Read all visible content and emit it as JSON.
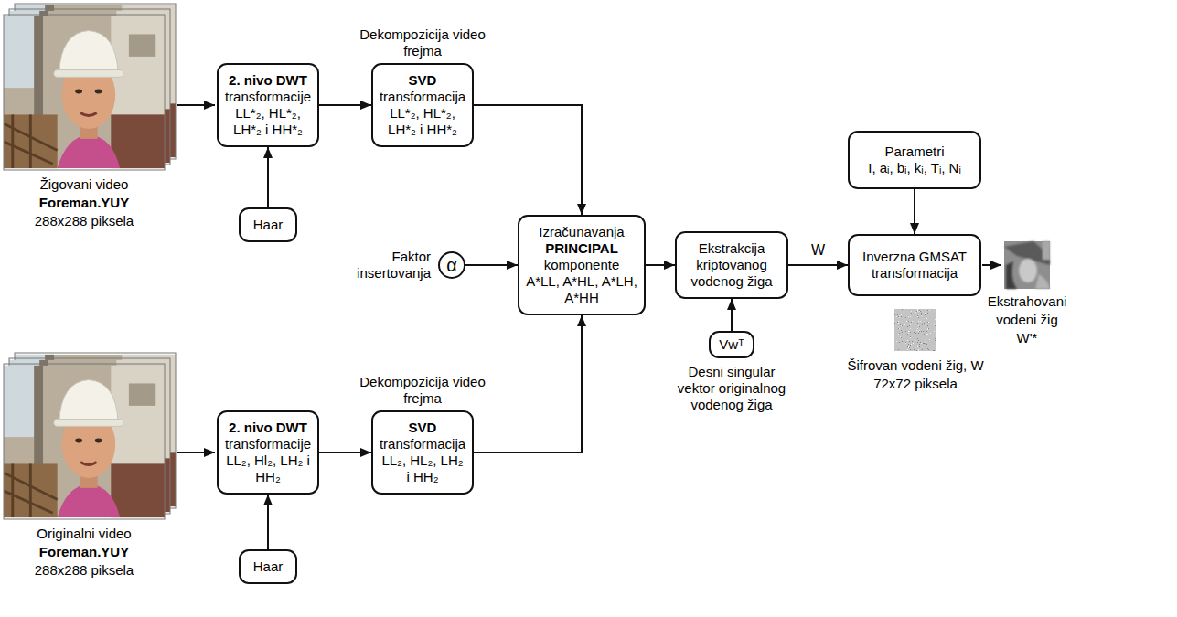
{
  "diagram": {
    "nodes": [
      {
        "text": [
          "2. nivo DWT",
          "transformacije LL*₂, HL*₂, LH*₂ i HH*₂"
        ]
      },
      {
        "text": [
          "Haar"
        ]
      },
      {
        "text": [
          "Dekompozicija video frejma",
          "SVD",
          "transformacija LL*₂, HL*₂, LH*₂ i HH*₂"
        ]
      },
      {
        "text": [
          "Faktor insertovanja",
          "α"
        ]
      },
      {
        "text": [
          "Izračunavanja",
          "PRINCIPAL",
          "komponente",
          "A*LL, A*HL, A*LH, A*HH"
        ]
      },
      {
        "text": [
          "Ekstrakcija kriptovanog vodenog žiga"
        ]
      },
      {
        "text": [
          "Vwᵀ",
          "Desni singular vektor originalnog vodenog žiga"
        ]
      },
      {
        "text": [
          "Parametri",
          "I, aᵢ, bᵢ, kᵢ, Tᵢ, Nᵢ"
        ]
      },
      {
        "text": [
          "Inverzna GMSAT transformacija"
        ]
      },
      {
        "text": [
          "2. nivo DWT",
          "transformacije LL₂, Hl₂, LH₂ i HH₂"
        ]
      },
      {
        "text": [
          "Haar"
        ]
      },
      {
        "text": [
          "Dekompozicija video frejma",
          "SVD",
          "transformacija LL₂, HL₂, LH₂ i HH₂"
        ]
      }
    ],
    "edges": [
      {
        "from": 1,
        "to": 0,
        "arrow": "to"
      },
      {
        "from": 0,
        "to": 2,
        "arrow": "to"
      },
      {
        "from": 2,
        "to": 4,
        "arrow": "to"
      },
      {
        "from": 3,
        "to": 4,
        "arrow": "to"
      },
      {
        "from": 4,
        "to": 5,
        "arrow": "to"
      },
      {
        "from": 6,
        "to": 5,
        "arrow": "to"
      },
      {
        "from": 5,
        "to": 8,
        "label": "W",
        "arrow": "to"
      },
      {
        "from": 7,
        "to": 8,
        "arrow": "to"
      },
      {
        "from": 10,
        "to": 9,
        "arrow": "to"
      },
      {
        "from": 9,
        "to": 11,
        "arrow": "to"
      },
      {
        "from": 11,
        "to": 4,
        "arrow": "to"
      }
    ],
    "labels": [
      "Žigovani video",
      "Foreman.YUY",
      "288x288 piksela",
      "Šifrovan vodeni žig, W",
      "72x72 piksela",
      "Ekstrahovani vodeni žig",
      "W'*",
      "Originalni video",
      "Foreman.YUY",
      "288x288 piksela"
    ]
  }
}
